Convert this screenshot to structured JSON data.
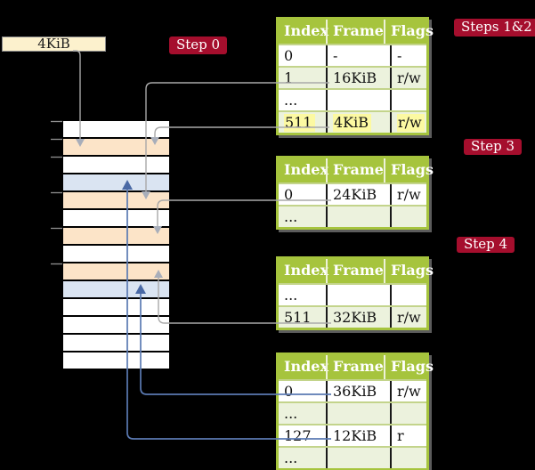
{
  "frame_box": {
    "label": "4KiB"
  },
  "badges": {
    "step0": "Step 0",
    "steps12": "Steps 1&2",
    "step3": "Step 3",
    "step4": "Step 4"
  },
  "page_tables": [
    {
      "name": "page-table-steps-1-2",
      "headers": [
        "Index",
        "Frame",
        "Flags"
      ],
      "rows": [
        {
          "cells": [
            "0",
            "-",
            "-"
          ],
          "shaded": false,
          "highlight": false
        },
        {
          "cells": [
            "1",
            "16KiB",
            "r/w"
          ],
          "shaded": true,
          "highlight": false
        },
        {
          "cells": [
            "...",
            "",
            ""
          ],
          "shaded": false,
          "highlight": false
        },
        {
          "cells": [
            "511",
            "4KiB",
            "r/w"
          ],
          "shaded": true,
          "highlight": true
        }
      ]
    },
    {
      "name": "page-table-step-3",
      "headers": [
        "Index",
        "Frame",
        "Flags"
      ],
      "rows": [
        {
          "cells": [
            "0",
            "24KiB",
            "r/w"
          ],
          "shaded": false,
          "highlight": false
        },
        {
          "cells": [
            "...",
            "",
            ""
          ],
          "shaded": true,
          "highlight": false
        }
      ]
    },
    {
      "name": "page-table-step-4",
      "headers": [
        "Index",
        "Frame",
        "Flags"
      ],
      "rows": [
        {
          "cells": [
            "...",
            "",
            ""
          ],
          "shaded": false,
          "highlight": false
        },
        {
          "cells": [
            "511",
            "32KiB",
            "r/w"
          ],
          "shaded": true,
          "highlight": false
        }
      ]
    },
    {
      "name": "page-table-final",
      "headers": [
        "Index",
        "Frame",
        "Flags"
      ],
      "rows": [
        {
          "cells": [
            "0",
            "36KiB",
            "r/w"
          ],
          "shaded": false,
          "highlight": false
        },
        {
          "cells": [
            "...",
            "",
            ""
          ],
          "shaded": true,
          "highlight": false
        },
        {
          "cells": [
            "127",
            "12KiB",
            "r"
          ],
          "shaded": false,
          "highlight": false
        },
        {
          "cells": [
            "...",
            "",
            ""
          ],
          "shaded": true,
          "highlight": false
        }
      ]
    }
  ],
  "memory_column": {
    "rows": [
      "white",
      "orange",
      "white",
      "blue",
      "orange",
      "white",
      "orange",
      "white",
      "orange",
      "blue",
      "white",
      "white",
      "white",
      "white"
    ]
  },
  "colors": {
    "badge_red": "#a50e2d",
    "table_green": "#a6c43d",
    "row_shade": "#ecf2dd",
    "highlight_yellow": "#fcf9a2",
    "frame_orange": "#fce4c8",
    "frame_blue": "#dae4f2",
    "box_cream": "#fcf1cd",
    "connector_gray": "#a9a9a9",
    "connector_blue": "#5b7ab3"
  }
}
